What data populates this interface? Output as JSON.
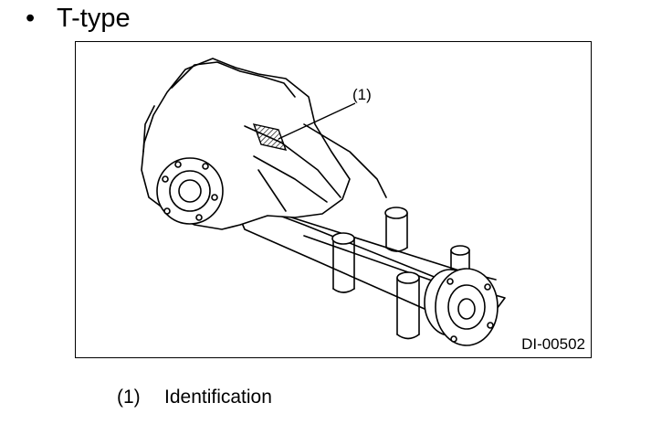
{
  "heading": {
    "bullet": "•",
    "text": "T-type"
  },
  "figure": {
    "id_label": "DI-00502",
    "callout_label": "(1)"
  },
  "legend": [
    {
      "number": "(1)",
      "text": "Identification"
    }
  ]
}
